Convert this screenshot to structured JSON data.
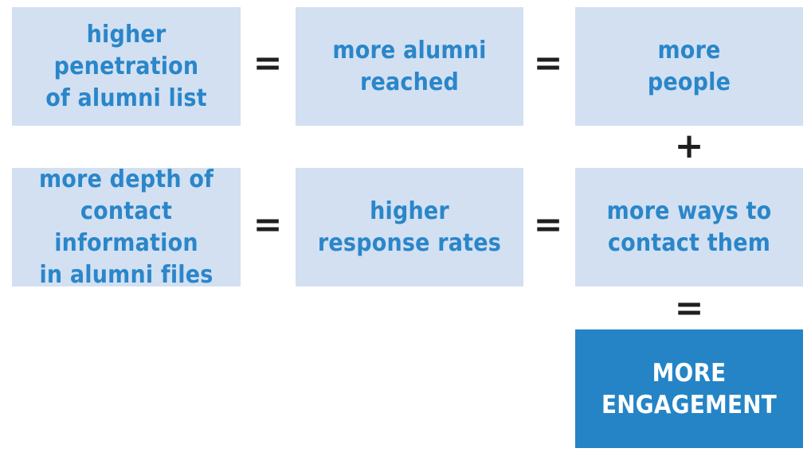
{
  "boxes": {
    "b1": "higher penetration\nof alumni list",
    "b2": "more alumni\nreached",
    "b3": "more\npeople",
    "b4": "more depth of\ncontact information\nin alumni files",
    "b5": "higher\nresponse rates",
    "b6": "more ways to\ncontact them",
    "result": "MORE\nENGAGEMENT"
  },
  "operators": {
    "equals": "=",
    "plus": "+"
  },
  "colors": {
    "box_fill": "#d2e0f2",
    "box_text": "#2a86c9",
    "result_fill": "#2484c6",
    "result_text": "#ffffff",
    "operator": "#1f1f1f"
  }
}
